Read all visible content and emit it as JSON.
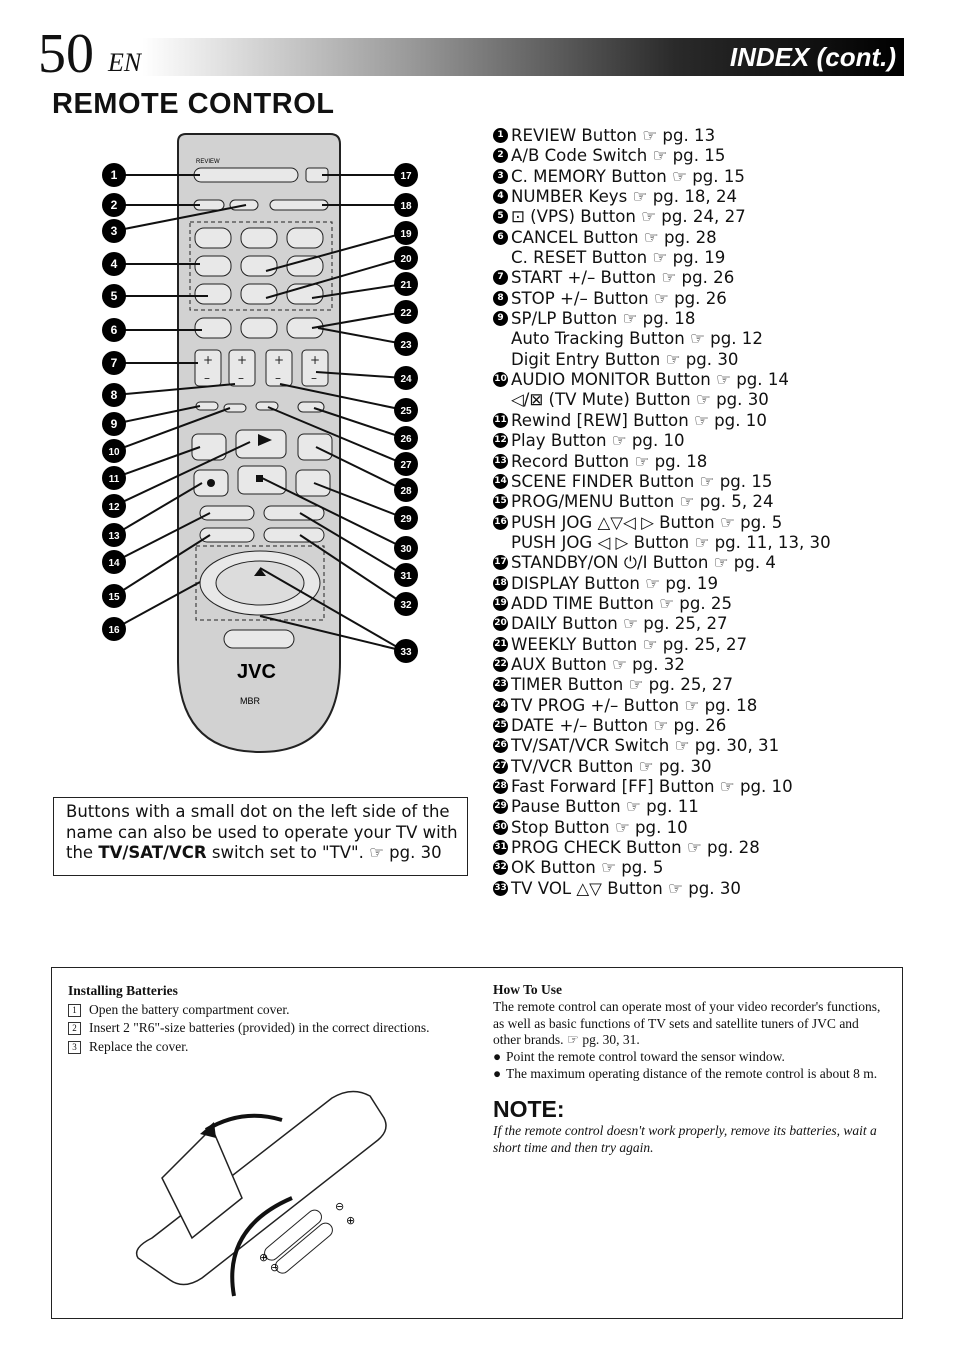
{
  "header": {
    "page_number": "50",
    "lang": "EN",
    "title": "INDEX (cont.)"
  },
  "section_title": "REMOTE CONTROL",
  "remote": {
    "labels": {
      "review": "REVIEW",
      "brand": "JVC",
      "logo_text": "MBR"
    },
    "callouts_left": [
      "1",
      "2",
      "3",
      "4",
      "5",
      "6",
      "7",
      "8",
      "9",
      "10",
      "11",
      "12",
      "13",
      "14",
      "15",
      "16"
    ],
    "callouts_right": [
      "17",
      "18",
      "19",
      "20",
      "21",
      "22",
      "23",
      "24",
      "25",
      "26",
      "27",
      "28",
      "29",
      "30",
      "31",
      "32",
      "33"
    ]
  },
  "index": [
    {
      "n": "1",
      "lines": [
        "REVIEW Button ☞ pg. 13"
      ]
    },
    {
      "n": "2",
      "lines": [
        "A/B Code Switch ☞ pg. 15"
      ]
    },
    {
      "n": "3",
      "lines": [
        "C. MEMORY Button ☞ pg. 15"
      ]
    },
    {
      "n": "4",
      "lines": [
        "NUMBER Keys ☞ pg. 18, 24"
      ]
    },
    {
      "n": "5",
      "lines": [
        "⊡ (VPS) Button ☞ pg. 24, 27"
      ]
    },
    {
      "n": "6",
      "lines": [
        "CANCEL Button ☞ pg. 28",
        "C. RESET Button ☞ pg. 19"
      ]
    },
    {
      "n": "7",
      "lines": [
        "START +/– Button ☞ pg. 26"
      ]
    },
    {
      "n": "8",
      "lines": [
        "STOP +/– Button ☞ pg. 26"
      ]
    },
    {
      "n": "9",
      "lines": [
        "SP/LP Button ☞ pg. 18",
        "Auto Tracking Button ☞ pg. 12",
        "Digit Entry Button ☞ pg. 30"
      ]
    },
    {
      "n": "10",
      "lines": [
        "AUDIO MONITOR Button ☞ pg. 14",
        "◁/⊠ (TV Mute) Button ☞ pg. 30"
      ]
    },
    {
      "n": "11",
      "lines": [
        "Rewind [REW] Button ☞ pg. 10"
      ]
    },
    {
      "n": "12",
      "lines": [
        "Play Button ☞ pg. 10"
      ]
    },
    {
      "n": "13",
      "lines": [
        "Record Button ☞ pg. 18"
      ]
    },
    {
      "n": "14",
      "lines": [
        "SCENE FINDER Button ☞ pg. 15"
      ]
    },
    {
      "n": "15",
      "lines": [
        "PROG/MENU Button ☞ pg. 5, 24"
      ]
    },
    {
      "n": "16",
      "lines": [
        "PUSH JOG △▽◁ ▷ Button ☞ pg. 5",
        "PUSH JOG ◁ ▷ Button ☞ pg. 11, 13, 30"
      ]
    },
    {
      "n": "17",
      "lines": [
        "STANDBY/ON ⏻/I Button ☞ pg. 4"
      ]
    },
    {
      "n": "18",
      "lines": [
        "DISPLAY Button ☞ pg. 19"
      ]
    },
    {
      "n": "19",
      "lines": [
        "ADD TIME Button ☞ pg. 25"
      ]
    },
    {
      "n": "20",
      "lines": [
        "DAILY Button ☞ pg. 25, 27"
      ]
    },
    {
      "n": "21",
      "lines": [
        "WEEKLY Button ☞ pg. 25, 27"
      ]
    },
    {
      "n": "22",
      "lines": [
        "AUX Button ☞ pg. 32"
      ]
    },
    {
      "n": "23",
      "lines": [
        "TIMER Button ☞ pg. 25, 27"
      ]
    },
    {
      "n": "24",
      "lines": [
        "TV PROG +/– Button ☞ pg. 18"
      ]
    },
    {
      "n": "25",
      "lines": [
        "DATE +/– Button ☞ pg. 26"
      ]
    },
    {
      "n": "26",
      "lines": [
        "TV/SAT/VCR Switch ☞ pg. 30, 31"
      ]
    },
    {
      "n": "27",
      "lines": [
        "TV/VCR Button ☞ pg. 30"
      ]
    },
    {
      "n": "28",
      "lines": [
        "Fast Forward [FF] Button ☞ pg. 10"
      ]
    },
    {
      "n": "29",
      "lines": [
        "Pause Button ☞ pg. 11"
      ]
    },
    {
      "n": "30",
      "lines": [
        "Stop Button ☞ pg. 10"
      ]
    },
    {
      "n": "31",
      "lines": [
        "PROG CHECK Button ☞ pg. 28"
      ]
    },
    {
      "n": "32",
      "lines": [
        "OK Button ☞ pg. 5"
      ]
    },
    {
      "n": "33",
      "lines": [
        "TV VOL △▽ Button ☞ pg. 30"
      ]
    }
  ],
  "note_box": {
    "text_before": "Buttons with a small dot on the left side of the name can also be used to operate your TV with the ",
    "bold": "TV/SAT/VCR",
    "text_after": " switch set to \"TV\". ☞ pg. 30"
  },
  "installing": {
    "title": "Installing Batteries",
    "steps": [
      {
        "n": "1",
        "text": "Open the battery compartment cover."
      },
      {
        "n": "2",
        "text": "Insert 2 \"R6\"-size batteries (provided) in the correct directions."
      },
      {
        "n": "3",
        "text": "Replace the cover."
      }
    ],
    "polarity": {
      "plus": "⊕",
      "minus": "⊖"
    }
  },
  "how_to_use": {
    "title": "How To Use",
    "text": "The remote control can operate most of your video recorder's functions, as well as basic functions of TV sets and satellite tuners of JVC and other brands. ☞ pg. 30, 31.",
    "bullets": [
      "Point the remote control toward the sensor window.",
      "The maximum operating distance of the remote control is about 8 m."
    ],
    "note_title": "NOTE:",
    "note_text": "If the remote control doesn't work properly, remove its batteries, wait a short time and then try again."
  }
}
